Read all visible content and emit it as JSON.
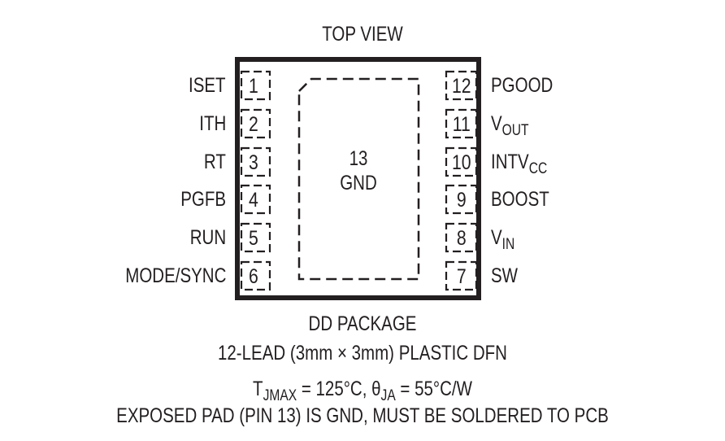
{
  "diagram": {
    "title": "TOP VIEW",
    "package_name": "DD PACKAGE",
    "package_desc": "12-LEAD (3mm × 3mm) PLASTIC DFN",
    "thermal": {
      "tj_label": "T",
      "tj_sub": "JMAX",
      "tj_value": " = 125°C, ",
      "theta_label": "θ",
      "theta_sub": "JA",
      "theta_value": " = 55°C/W"
    },
    "note": "EXPOSED PAD (PIN 13) IS GND, MUST BE SOLDERED TO PCB",
    "exposed_pad": {
      "number": "13",
      "name": "GND"
    },
    "left_pins": [
      {
        "num": "1",
        "name": "ISET"
      },
      {
        "num": "2",
        "name": "ITH"
      },
      {
        "num": "3",
        "name": "RT"
      },
      {
        "num": "4",
        "name": "PGFB"
      },
      {
        "num": "5",
        "name": "RUN"
      },
      {
        "num": "6",
        "name": "MODE/SYNC"
      }
    ],
    "right_pins": [
      {
        "num": "12",
        "name": "PGOOD",
        "sub": ""
      },
      {
        "num": "11",
        "name": "V",
        "sub": "OUT"
      },
      {
        "num": "10",
        "name": "INTV",
        "sub": "CC"
      },
      {
        "num": "9",
        "name": "BOOST",
        "sub": ""
      },
      {
        "num": "8",
        "name": "V",
        "sub": "IN"
      },
      {
        "num": "7",
        "name": "SW",
        "sub": ""
      }
    ],
    "colors": {
      "ink": "#231f20",
      "background": "#ffffff"
    }
  }
}
